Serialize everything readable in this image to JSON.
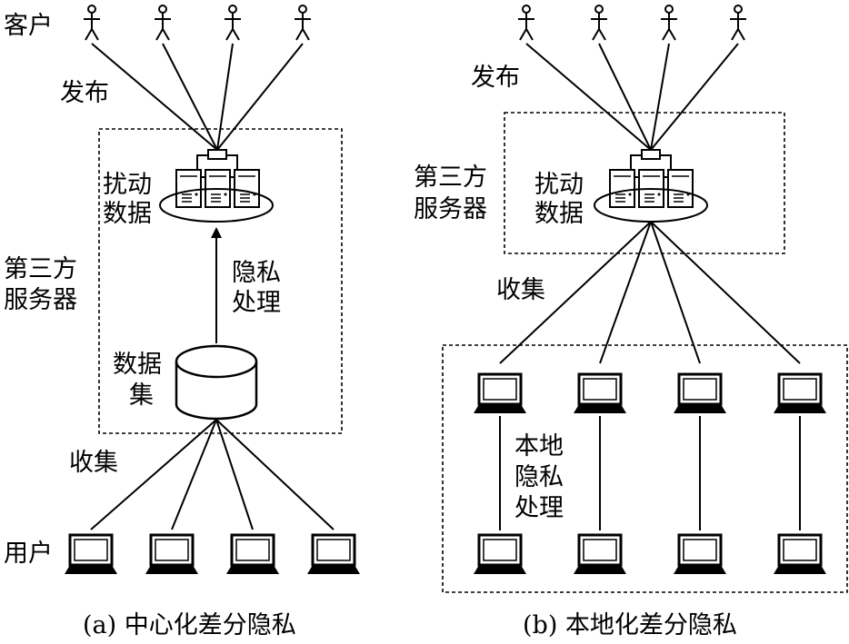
{
  "panels": [
    {
      "caption": "(a) 中心化差分隐私",
      "labels": {
        "clients": "客户",
        "publish": "发布",
        "perturbed_1": "扰动",
        "perturbed_2": "数据",
        "server_1": "第三方",
        "server_2": "服务器",
        "privacy_1": "隐私",
        "privacy_2": "处理",
        "dataset_1": "数据",
        "dataset_2": "集",
        "collect": "收集",
        "users": "用户"
      }
    },
    {
      "caption": "(b) 本地化差分隐私",
      "labels": {
        "publish": "发布",
        "server_1": "第三方",
        "server_2": "服务器",
        "perturbed_1": "扰动",
        "perturbed_2": "数据",
        "collect": "收集",
        "local_1": "本地",
        "local_2": "隐私",
        "local_3": "处理"
      }
    }
  ]
}
